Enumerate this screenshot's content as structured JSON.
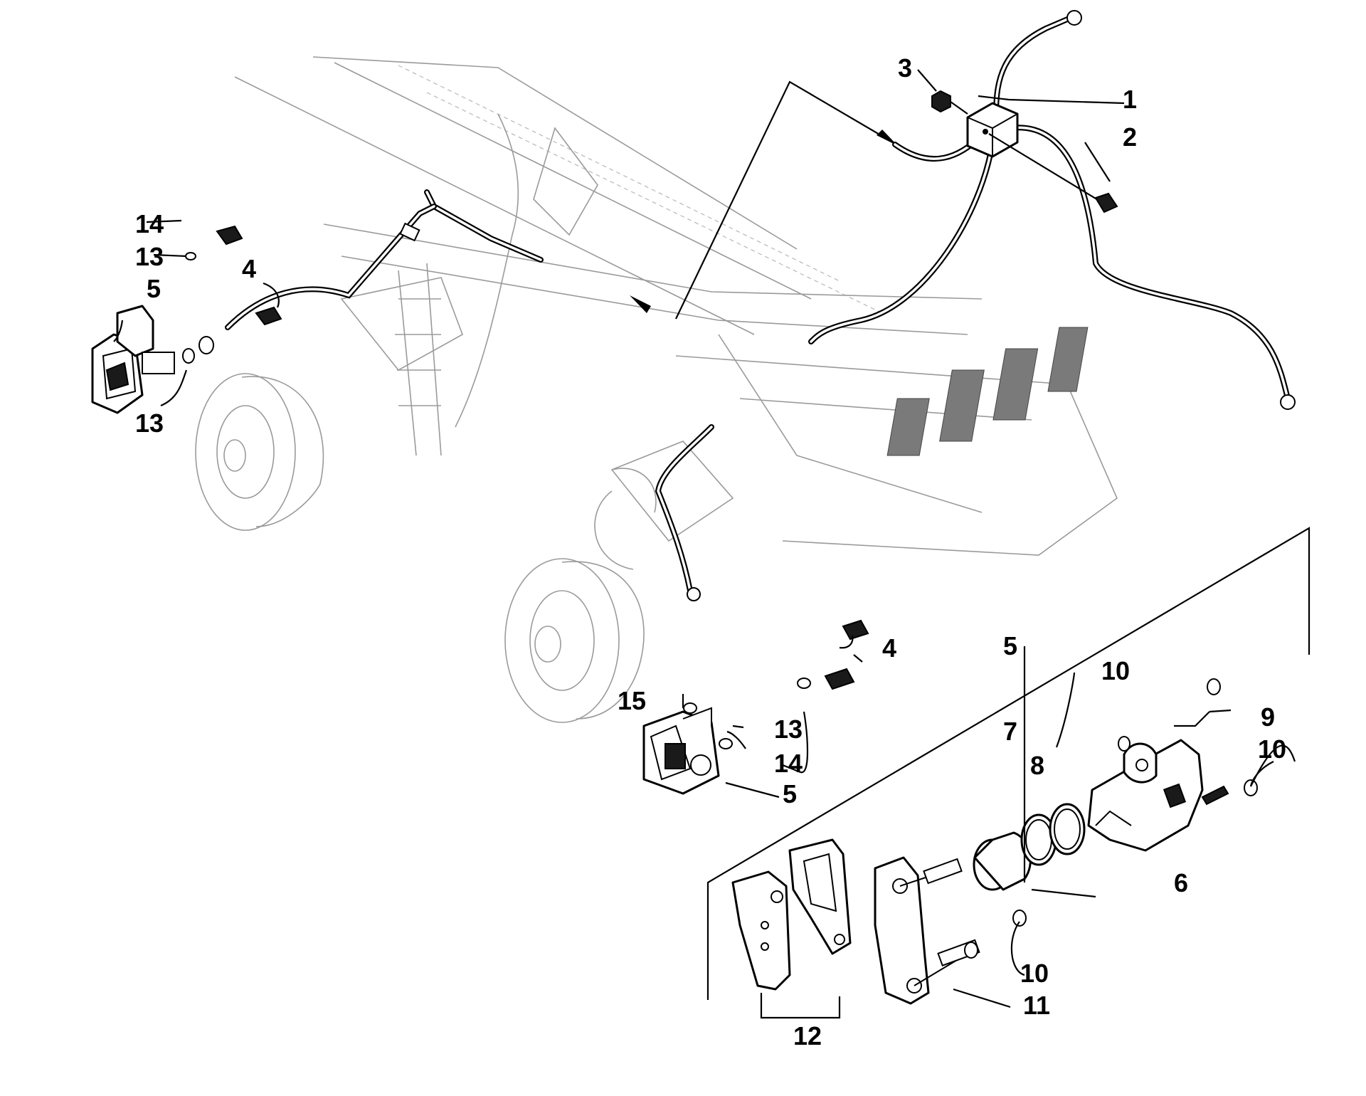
{
  "callouts": [
    {
      "id": "1",
      "label": "1"
    },
    {
      "id": "2",
      "label": "2"
    },
    {
      "id": "3",
      "label": "3"
    },
    {
      "id": "4a",
      "label": "4"
    },
    {
      "id": "4b",
      "label": "4"
    },
    {
      "id": "5a",
      "label": "5"
    },
    {
      "id": "5b",
      "label": "5"
    },
    {
      "id": "5c",
      "label": "5"
    },
    {
      "id": "6",
      "label": "6"
    },
    {
      "id": "7",
      "label": "7"
    },
    {
      "id": "8",
      "label": "8"
    },
    {
      "id": "9",
      "label": "9"
    },
    {
      "id": "10a",
      "label": "10"
    },
    {
      "id": "10b",
      "label": "10"
    },
    {
      "id": "10c",
      "label": "10"
    },
    {
      "id": "11",
      "label": "11"
    },
    {
      "id": "12",
      "label": "12"
    },
    {
      "id": "13a",
      "label": "13"
    },
    {
      "id": "13b",
      "label": "13"
    },
    {
      "id": "13c",
      "label": "13"
    },
    {
      "id": "14a",
      "label": "14"
    },
    {
      "id": "14b",
      "label": "14"
    },
    {
      "id": "15",
      "label": "15"
    }
  ]
}
